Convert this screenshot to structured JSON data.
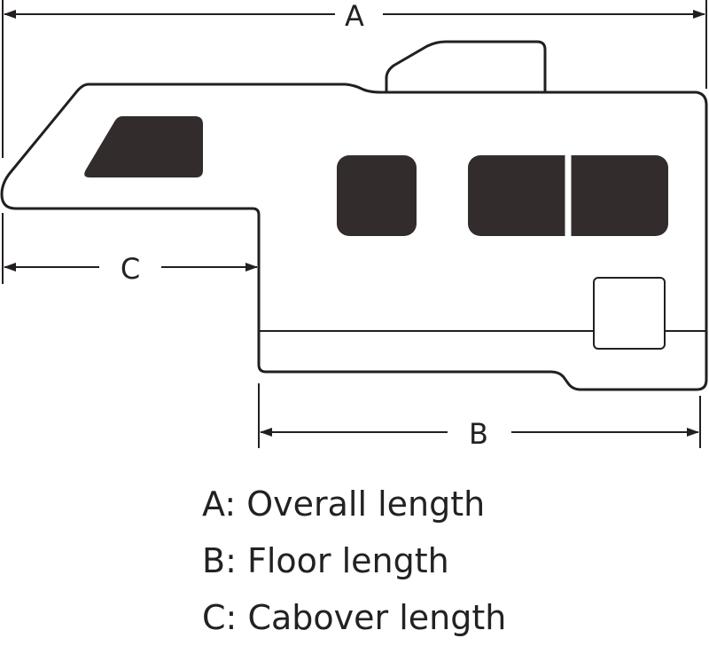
{
  "colors": {
    "outline": "#231f20",
    "window_fill": "#332c2c",
    "text": "#222222"
  },
  "dimensions": {
    "a": {
      "letter": "A"
    },
    "b": {
      "letter": "B"
    },
    "c": {
      "letter": "C"
    }
  },
  "legend": [
    {
      "letter": "A",
      "text": "Overall length"
    },
    {
      "letter": "B",
      "text": "Floor length"
    },
    {
      "letter": "C",
      "text": "Cabover length"
    }
  ]
}
